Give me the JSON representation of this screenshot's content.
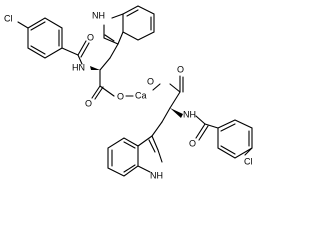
{
  "diagram": {
    "type": "chemical-structure",
    "atoms": {
      "cl_top": "Cl",
      "o_top_amide": "O",
      "nh_top_indole": "NH",
      "hn_top_amide": "HN",
      "o_top_carbonyl": "O",
      "o_top_ester": "O",
      "ca": "Ca",
      "o_bottom_ester": "O",
      "o_bottom_carbonyl": "O",
      "nh_bottom_amide": "NH",
      "o_bottom_amide": "O",
      "cl_bottom": "Cl",
      "hn_bottom_indole": "NH"
    }
  }
}
